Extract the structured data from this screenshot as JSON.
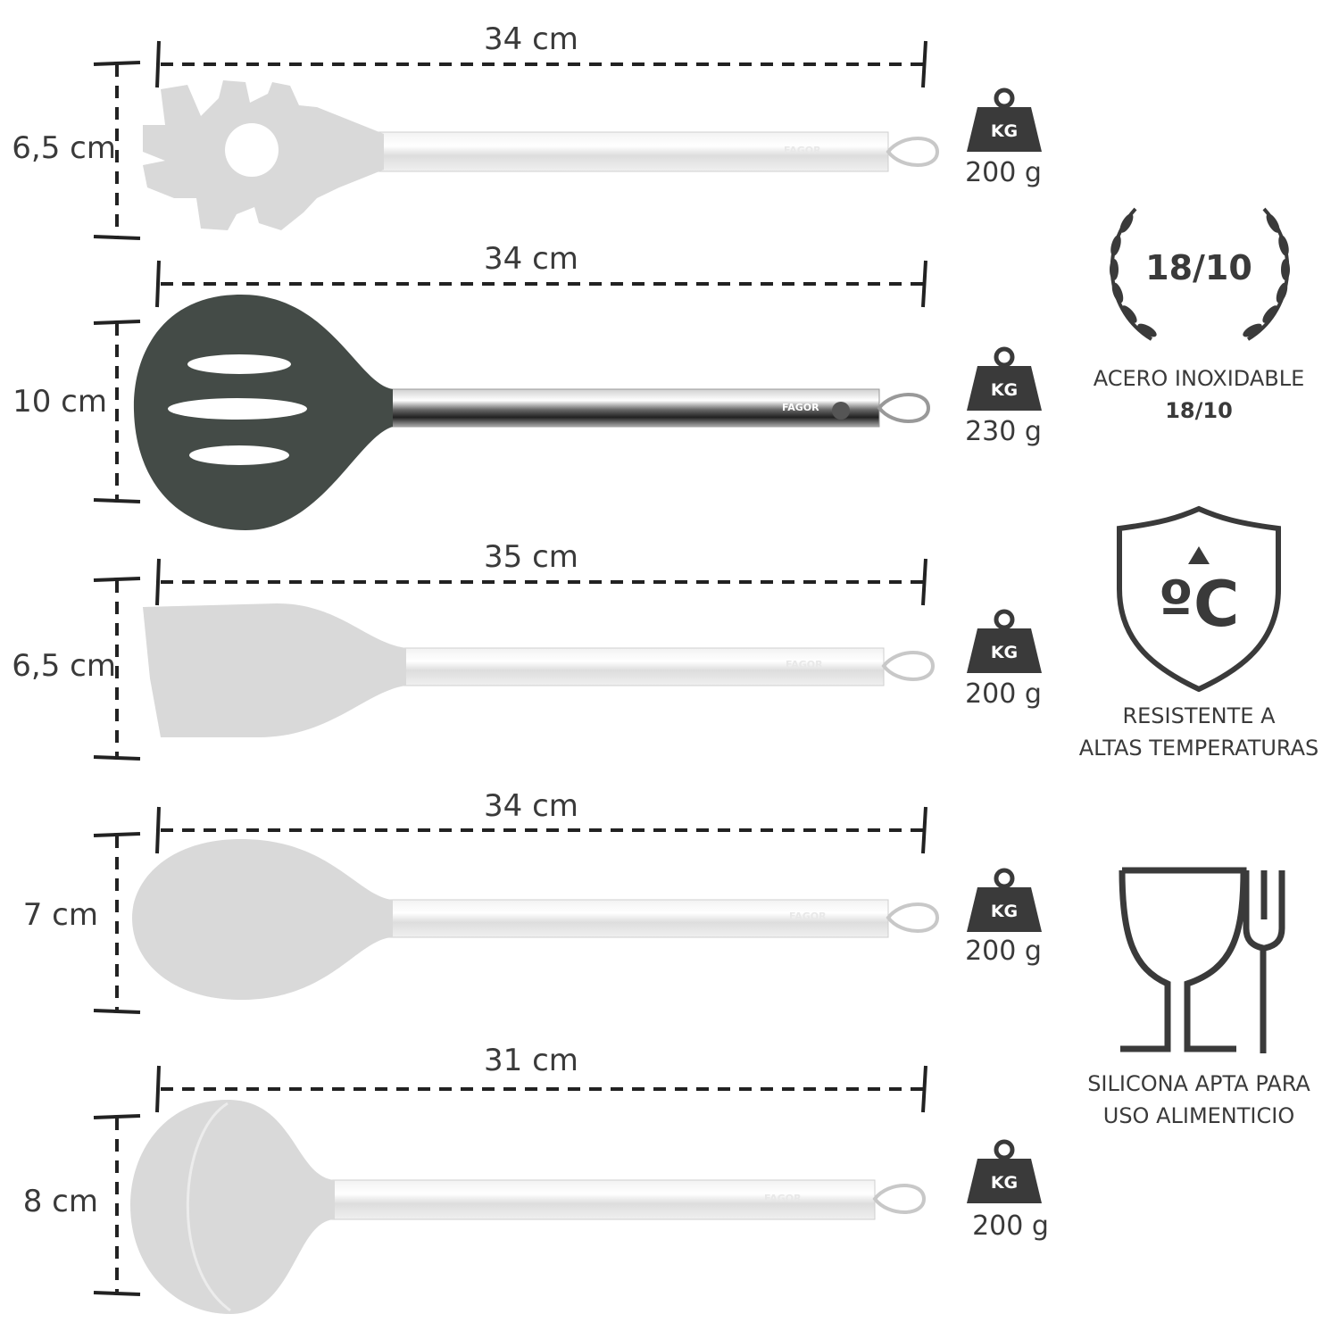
{
  "utensils": [
    {
      "name": "pasta-server",
      "length": "34 cm",
      "width": "6,5 cm",
      "weight": "200 g"
    },
    {
      "name": "slotted-spoon",
      "length": "34 cm",
      "width": "10 cm",
      "weight": "230 g"
    },
    {
      "name": "spatula",
      "length": "35 cm",
      "width": "6,5 cm",
      "weight": "200 g"
    },
    {
      "name": "spoon",
      "length": "34 cm",
      "width": "7 cm",
      "weight": "200 g"
    },
    {
      "name": "ladle",
      "length": "31 cm",
      "width": "8 cm",
      "weight": "200 g"
    }
  ],
  "weight_icon_text": "KG",
  "brand": "FAGOR",
  "features": {
    "steel": {
      "badge": "18/10",
      "line1": "ACERO INOXIDABLE",
      "line2": "18/10"
    },
    "heat": {
      "symbol": "ºC",
      "line1": "RESISTENTE A",
      "line2": "ALTAS TEMPERATURAS"
    },
    "food": {
      "line1": "SILICONA APTA PARA",
      "line2": "USO ALIMENTICIO"
    }
  },
  "colors": {
    "silicone_light": "#d9d9d9",
    "silicone_dark": "#444b47",
    "ink": "#3a3a3a",
    "steel": "#e6e6e6"
  }
}
